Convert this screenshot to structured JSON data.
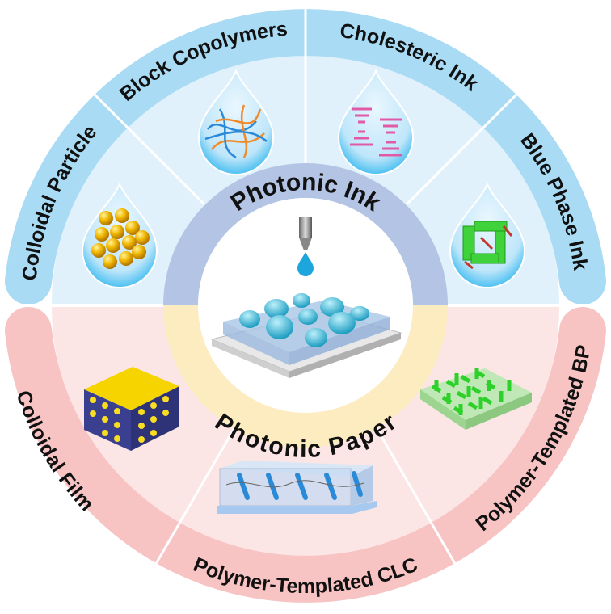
{
  "center": {
    "top_ring_label": "Photonic Ink",
    "bottom_ring_label": "Photonic Paper"
  },
  "inks": [
    {
      "label": "Colloidal Particle"
    },
    {
      "label": "Block Copolymers"
    },
    {
      "label": "Cholesteric Ink"
    },
    {
      "label": "Blue Phase Ink"
    }
  ],
  "papers": [
    {
      "label": "Colloidal Film"
    },
    {
      "label": "Polymer-Templated CLC"
    },
    {
      "label": "Polymer-Templated BP"
    }
  ],
  "colors": {
    "ink_band": "#a9dbf5",
    "ink_fill": "#e0f1fb",
    "ink_ring": "#b3c4e4",
    "paper_band": "#f7c3c3",
    "paper_fill": "#fce5e5",
    "paper_ring": "#fdecc0"
  }
}
